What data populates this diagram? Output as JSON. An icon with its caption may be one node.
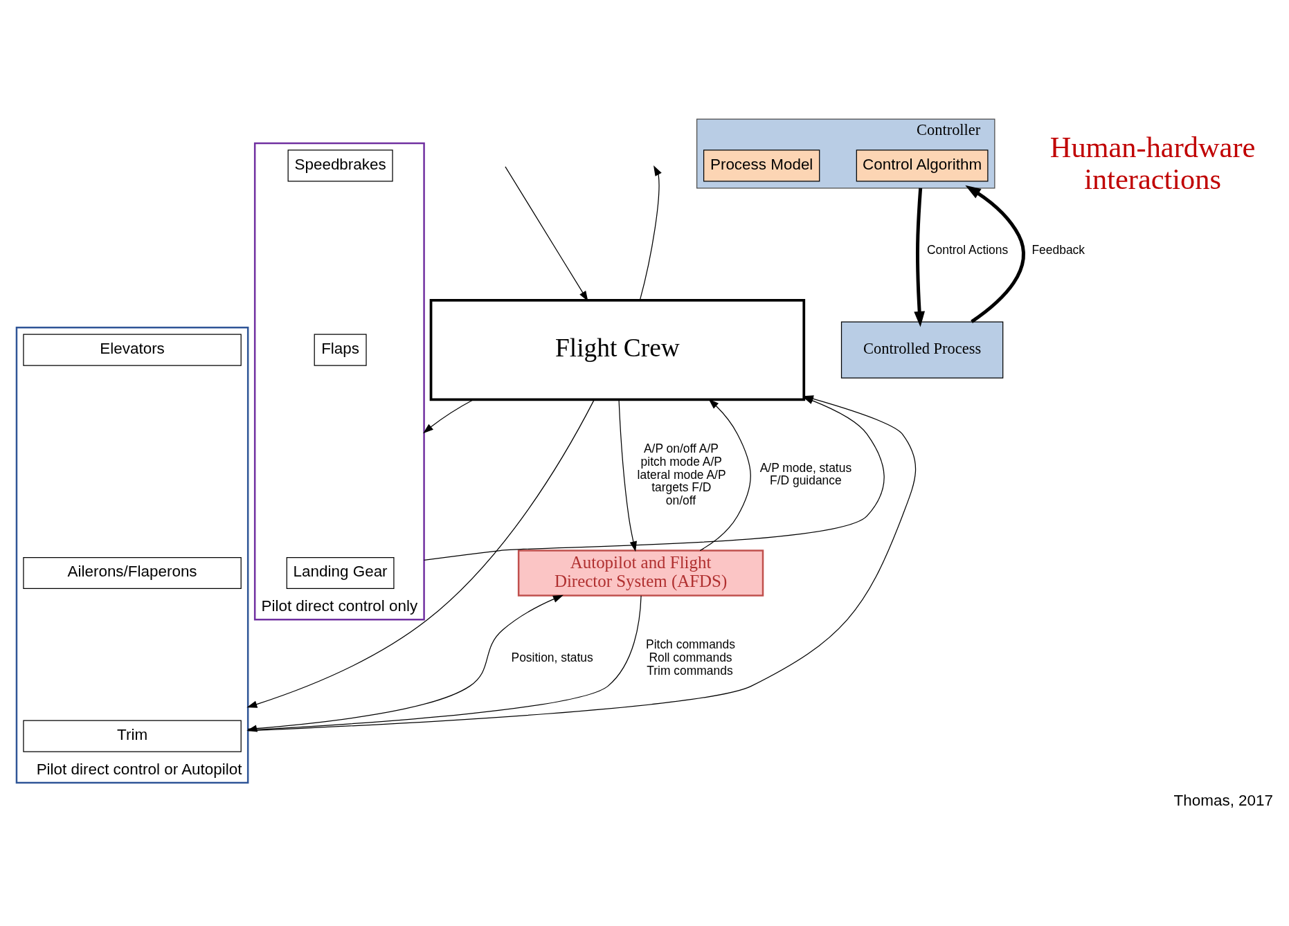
{
  "diagram": {
    "caption": "Thomas, 2017",
    "nodes": [
      {
        "text": [
          "Flight Crew"
        ]
      },
      {
        "text": [
          "Autopilot and Flight Director System (AFDS)"
        ]
      },
      {
        "text": [],
        "shape": "box",
        "beside": [
          "Pilot direct control only"
        ]
      },
      {
        "text": [
          "Speedbrakes"
        ],
        "in": 2
      },
      {
        "text": [
          "Flaps"
        ],
        "in": 2
      },
      {
        "text": [
          "Landing Gear"
        ],
        "in": 2
      },
      {
        "text": [],
        "shape": "box",
        "beside": [
          "Pilot direct control or Autopilot"
        ]
      },
      {
        "text": [
          "Elevators"
        ],
        "in": 6
      },
      {
        "text": [
          "Ailerons/Flaperons"
        ],
        "in": 6
      },
      {
        "text": [
          "Trim"
        ],
        "in": 6
      },
      {
        "text": [
          "Controller"
        ]
      },
      {
        "text": [
          "Control Algorithm"
        ],
        "in": 10
      },
      {
        "text": [
          "Process Model"
        ],
        "in": 10
      },
      {
        "text": [
          "Controlled Process"
        ]
      }
    ],
    "edges": [
      {
        "from": null,
        "to": 0,
        "arrow": "to"
      },
      {
        "from": 0,
        "to": null,
        "arrow": "to"
      },
      {
        "from": 0,
        "to": 2,
        "arrow": "to"
      },
      {
        "from": 2,
        "to": 0,
        "arrow": "to"
      },
      {
        "from": 0,
        "to": 1,
        "arrow": "to",
        "label": "A/P on/off A/P pitch mode A/P lateral mode A/P targets F/D on/off"
      },
      {
        "from": 1,
        "to": 0,
        "arrow": "to",
        "label": "A/P mode, status F/D guidance"
      },
      {
        "from": 0,
        "to": 6,
        "arrow": "to"
      },
      {
        "from": 6,
        "to": 0,
        "arrow": "to"
      },
      {
        "from": 1,
        "to": 6,
        "arrow": "to",
        "label": "Pitch commands Roll commands Trim commands"
      },
      {
        "from": 6,
        "to": 1,
        "arrow": "to",
        "label": "Position, status"
      },
      {
        "from": 10,
        "to": 13,
        "arrow": "to",
        "label": "Control Actions",
        "style": "thick"
      },
      {
        "from": 13,
        "to": 10,
        "arrow": "to",
        "label": "Feedback",
        "style": "thick"
      }
    ],
    "labels": [
      "Human-hardware interactions"
    ]
  }
}
